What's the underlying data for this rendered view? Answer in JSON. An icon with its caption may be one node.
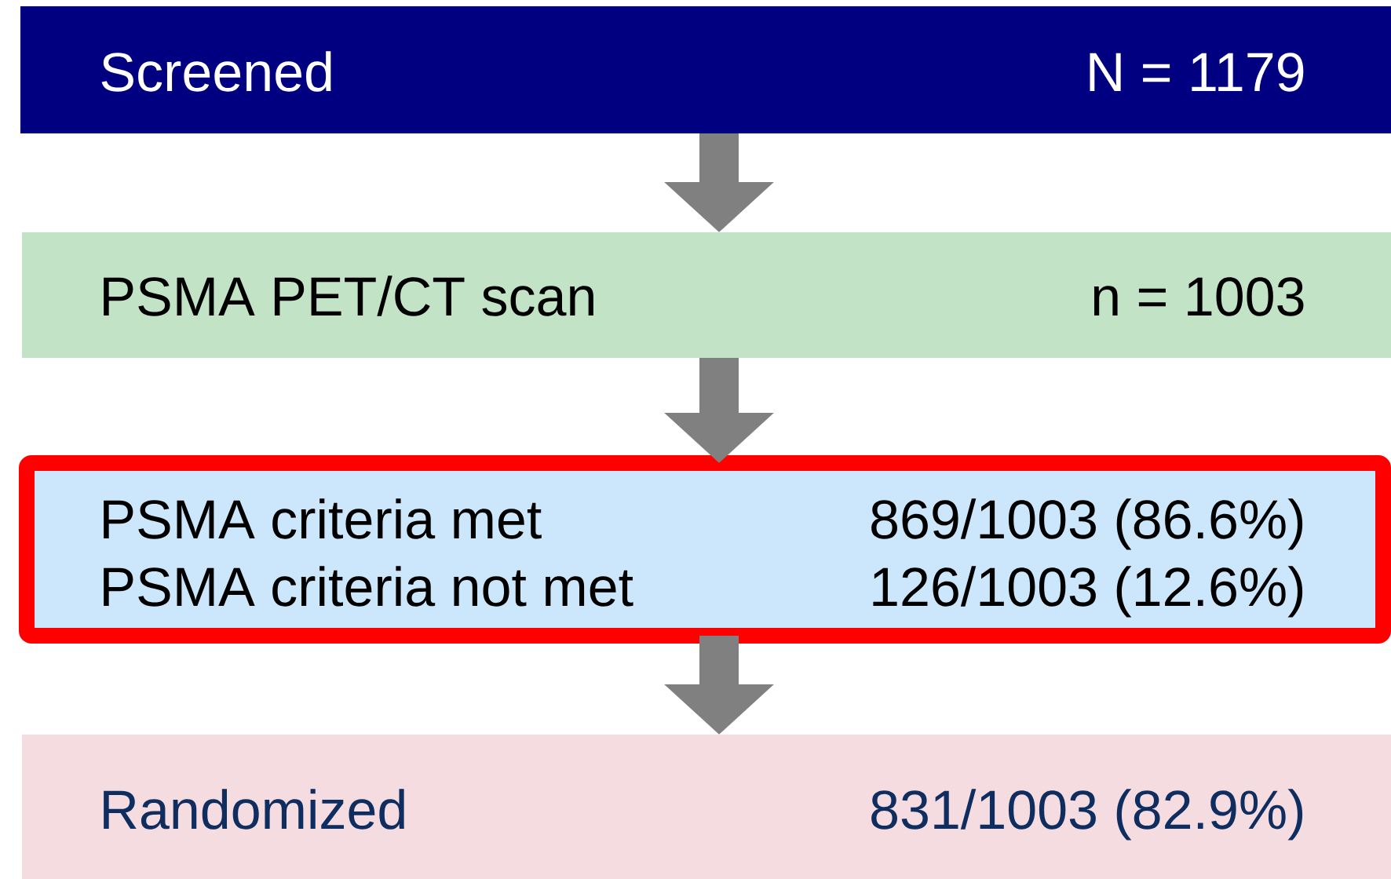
{
  "diagram": {
    "nodes": [
      {
        "text": [
          "Screened",
          "N = 1179"
        ]
      },
      {
        "text": [
          "PSMA PET/CT scan",
          "n = 1003"
        ]
      },
      {
        "text": [
          "PSMA criteria met",
          "869/1003 (86.6%)",
          "PSMA criteria not met",
          "126/1003 (12.6%)"
        ]
      },
      {
        "text": [
          "Randomized",
          "831/1003 (82.9%)"
        ]
      }
    ],
    "edges": [
      {
        "from": 0,
        "to": 1,
        "arrow": "to"
      },
      {
        "from": 1,
        "to": 2,
        "arrow": "to"
      },
      {
        "from": 2,
        "to": 3,
        "arrow": "to"
      }
    ]
  }
}
